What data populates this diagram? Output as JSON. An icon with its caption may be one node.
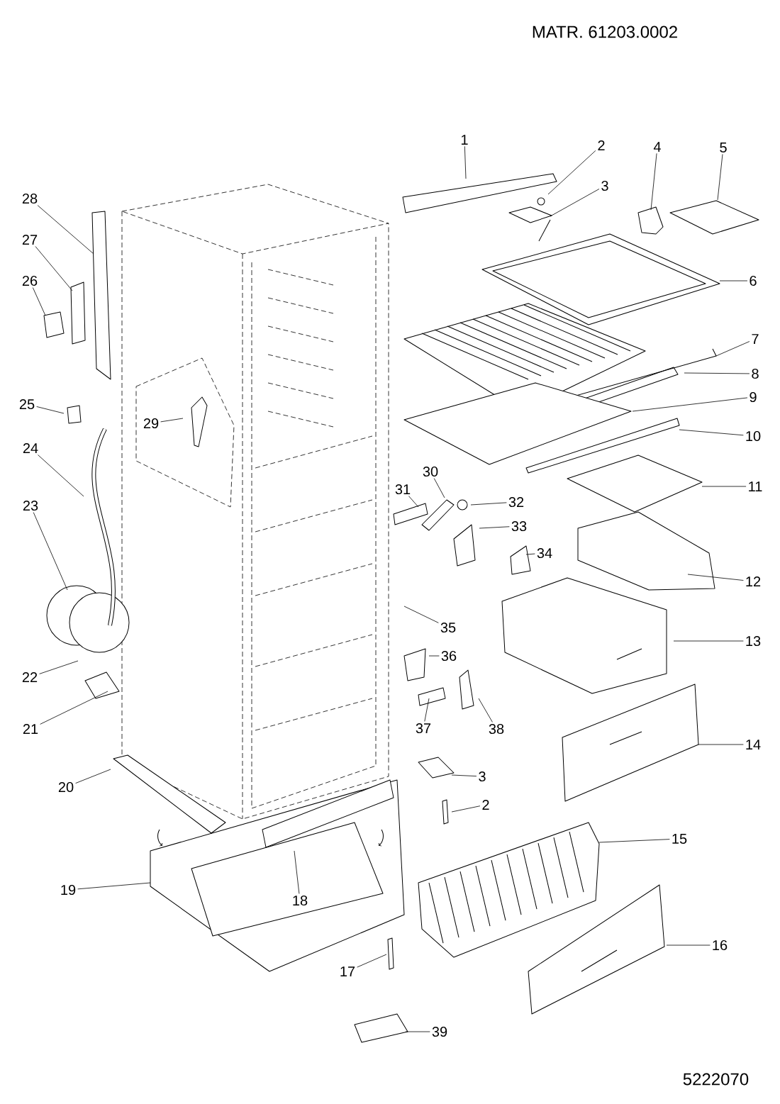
{
  "diagram": {
    "nodes": [
      {
        "text": [
          "1"
        ]
      },
      {
        "text": [
          "2"
        ]
      },
      {
        "text": [
          "3"
        ]
      },
      {
        "text": [
          "4"
        ]
      },
      {
        "text": [
          "5"
        ]
      },
      {
        "text": [
          "28"
        ]
      },
      {
        "text": [
          "27"
        ]
      },
      {
        "text": [
          "26"
        ]
      },
      {
        "text": [
          "6"
        ]
      },
      {
        "text": [
          "7"
        ]
      },
      {
        "text": [
          "8"
        ]
      },
      {
        "text": [
          "9"
        ]
      },
      {
        "text": [
          "25"
        ]
      },
      {
        "text": [
          "29"
        ]
      },
      {
        "text": [
          "10"
        ]
      },
      {
        "text": [
          "24"
        ]
      },
      {
        "text": [
          "30"
        ]
      },
      {
        "text": [
          "11"
        ]
      },
      {
        "text": [
          "31"
        ]
      },
      {
        "text": [
          "32"
        ]
      },
      {
        "text": [
          "23"
        ]
      },
      {
        "text": [
          "33"
        ]
      },
      {
        "text": [
          "34"
        ]
      },
      {
        "text": [
          "12"
        ]
      },
      {
        "text": [
          "35"
        ]
      },
      {
        "text": [
          "13"
        ]
      },
      {
        "text": [
          "36"
        ]
      },
      {
        "text": [
          "22"
        ]
      },
      {
        "text": [
          "21"
        ]
      },
      {
        "text": [
          "37"
        ]
      },
      {
        "text": [
          "38"
        ]
      },
      {
        "text": [
          "14"
        ]
      },
      {
        "text": [
          "3"
        ]
      },
      {
        "text": [
          "20"
        ]
      },
      {
        "text": [
          "2"
        ]
      },
      {
        "text": [
          "15"
        ]
      },
      {
        "text": [
          "19"
        ]
      },
      {
        "text": [
          "18"
        ]
      },
      {
        "text": [
          "16"
        ]
      },
      {
        "text": [
          "17"
        ]
      },
      {
        "text": [
          "39"
        ]
      }
    ],
    "edges": [
      {
        "from": 0,
        "to": null,
        "arrow": "none"
      },
      {
        "from": 1,
        "to": null,
        "arrow": "none"
      },
      {
        "from": 2,
        "to": null,
        "arrow": "none"
      },
      {
        "from": 3,
        "to": null,
        "arrow": "none"
      },
      {
        "from": 4,
        "to": null,
        "arrow": "none"
      },
      {
        "from": 5,
        "to": null,
        "arrow": "none"
      },
      {
        "from": 6,
        "to": null,
        "arrow": "none"
      },
      {
        "from": 7,
        "to": null,
        "arrow": "none"
      },
      {
        "from": 8,
        "to": null,
        "arrow": "none"
      },
      {
        "from": 9,
        "to": null,
        "arrow": "none"
      },
      {
        "from": 10,
        "to": null,
        "arrow": "none"
      },
      {
        "from": 11,
        "to": null,
        "arrow": "none"
      },
      {
        "from": 12,
        "to": null,
        "arrow": "none"
      },
      {
        "from": 13,
        "to": null,
        "arrow": "none"
      },
      {
        "from": 14,
        "to": null,
        "arrow": "none"
      },
      {
        "from": 15,
        "to": null,
        "arrow": "none"
      },
      {
        "from": 16,
        "to": null,
        "arrow": "none"
      },
      {
        "from": 17,
        "to": null,
        "arrow": "none"
      },
      {
        "from": 18,
        "to": null,
        "arrow": "none"
      },
      {
        "from": 19,
        "to": null,
        "arrow": "none"
      },
      {
        "from": 20,
        "to": null,
        "arrow": "none"
      },
      {
        "from": 21,
        "to": null,
        "arrow": "none"
      },
      {
        "from": 22,
        "to": null,
        "arrow": "none"
      },
      {
        "from": 23,
        "to": null,
        "arrow": "none"
      },
      {
        "from": 24,
        "to": null,
        "arrow": "none"
      },
      {
        "from": 25,
        "to": null,
        "arrow": "none"
      },
      {
        "from": 26,
        "to": null,
        "arrow": "none"
      },
      {
        "from": 27,
        "to": null,
        "arrow": "none"
      },
      {
        "from": 28,
        "to": null,
        "arrow": "none"
      },
      {
        "from": 29,
        "to": null,
        "arrow": "none"
      },
      {
        "from": 30,
        "to": null,
        "arrow": "none"
      },
      {
        "from": 31,
        "to": null,
        "arrow": "none"
      },
      {
        "from": 32,
        "to": null,
        "arrow": "none"
      },
      {
        "from": 33,
        "to": null,
        "arrow": "none"
      },
      {
        "from": 34,
        "to": null,
        "arrow": "none"
      },
      {
        "from": 35,
        "to": null,
        "arrow": "none"
      },
      {
        "from": 36,
        "to": null,
        "arrow": "none"
      },
      {
        "from": 37,
        "to": null,
        "arrow": "none"
      },
      {
        "from": 38,
        "to": null,
        "arrow": "none"
      },
      {
        "from": 39,
        "to": null,
        "arrow": "none"
      },
      {
        "from": 40,
        "to": null,
        "arrow": "none"
      }
    ],
    "labels": [
      "MATR. 61203.0002",
      "5222070"
    ]
  }
}
